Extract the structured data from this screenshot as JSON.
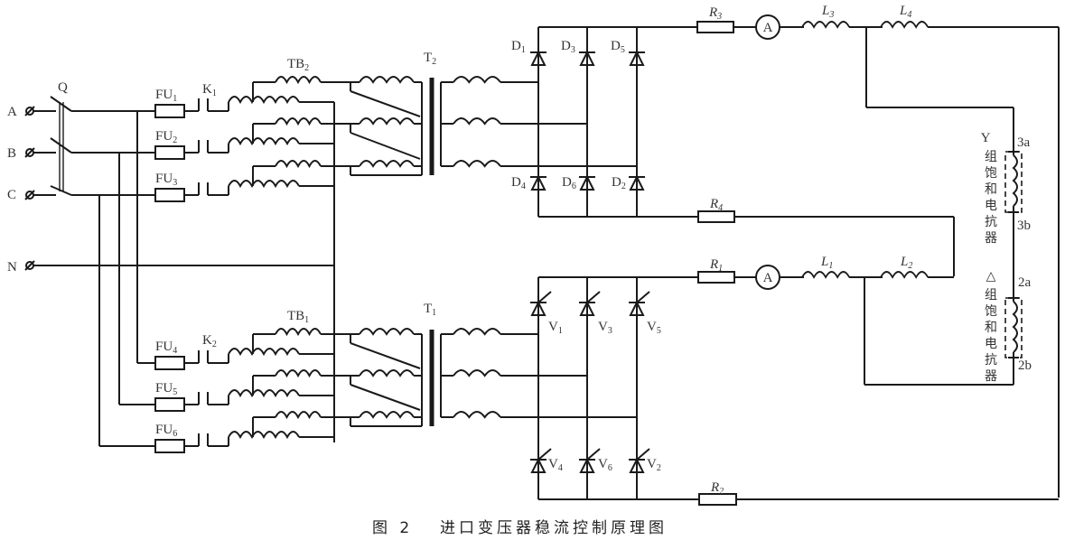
{
  "caption": {
    "figure": "图 2",
    "title": "进口变压器稳流控制原理图"
  },
  "terminals": [
    {
      "label": "A"
    },
    {
      "label": "B"
    },
    {
      "label": "C"
    },
    {
      "label": "N"
    }
  ],
  "switch": {
    "label": "Q"
  },
  "fuses": [
    {
      "base": "FU",
      "sub": "1"
    },
    {
      "base": "FU",
      "sub": "2"
    },
    {
      "base": "FU",
      "sub": "3"
    },
    {
      "base": "FU",
      "sub": "4"
    },
    {
      "base": "FU",
      "sub": "5"
    },
    {
      "base": "FU",
      "sub": "6"
    }
  ],
  "contactors": [
    {
      "base": "K",
      "sub": "1"
    },
    {
      "base": "K",
      "sub": "2"
    }
  ],
  "balance_transformers": [
    {
      "base": "TB",
      "sub": "2"
    },
    {
      "base": "TB",
      "sub": "1"
    }
  ],
  "transformers": [
    {
      "base": "T",
      "sub": "2"
    },
    {
      "base": "T",
      "sub": "1"
    }
  ],
  "diodes": [
    {
      "base": "D",
      "sub": "1"
    },
    {
      "base": "D",
      "sub": "3"
    },
    {
      "base": "D",
      "sub": "5"
    },
    {
      "base": "D",
      "sub": "4"
    },
    {
      "base": "D",
      "sub": "6"
    },
    {
      "base": "D",
      "sub": "2"
    }
  ],
  "thyristors": [
    {
      "base": "V",
      "sub": "1"
    },
    {
      "base": "V",
      "sub": "3"
    },
    {
      "base": "V",
      "sub": "5"
    },
    {
      "base": "V",
      "sub": "4"
    },
    {
      "base": "V",
      "sub": "6"
    },
    {
      "base": "V",
      "sub": "2"
    }
  ],
  "resistors": [
    {
      "base": "R",
      "sub": "3"
    },
    {
      "base": "R",
      "sub": "4"
    },
    {
      "base": "R",
      "sub": "1"
    },
    {
      "base": "R",
      "sub": "2"
    }
  ],
  "ammeters": [
    {
      "label": "A"
    },
    {
      "label": "A"
    }
  ],
  "inductors": [
    {
      "base": "L",
      "sub": "3"
    },
    {
      "base": "L",
      "sub": "4"
    },
    {
      "base": "L",
      "sub": "1"
    },
    {
      "base": "L",
      "sub": "2"
    }
  ],
  "reactors": [
    {
      "prefix": "Y",
      "chars": [
        "组",
        "饱",
        "和",
        "电",
        "抗",
        "器"
      ],
      "top": "3a",
      "bottom": "3b"
    },
    {
      "prefix": "△",
      "chars": [
        "组",
        "饱",
        "和",
        "电",
        "抗",
        "器"
      ],
      "top": "2a",
      "bottom": "2b"
    }
  ]
}
